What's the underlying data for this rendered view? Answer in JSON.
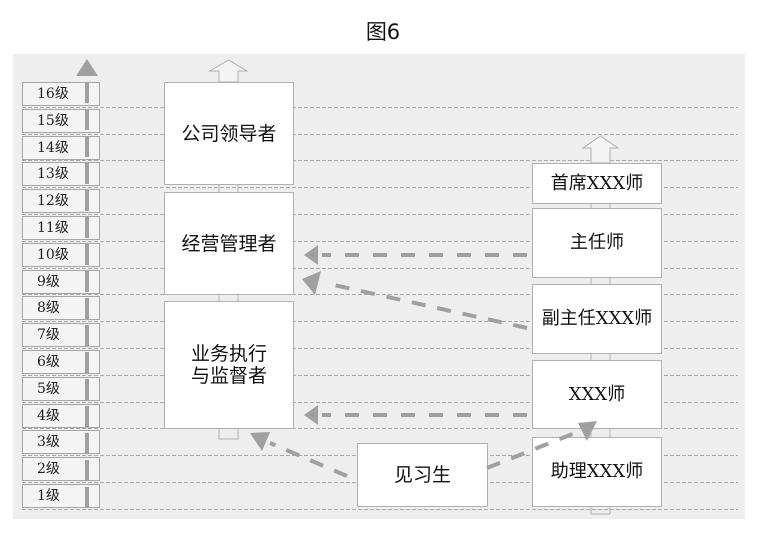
{
  "title": "图6",
  "colors": {
    "panel_bg": "#eeeeee",
    "box_border": "#b0b0b0",
    "arrow_gray": "#a0a0a0",
    "gridline": "#aaaaaa"
  },
  "levels": [
    "16级",
    "15级",
    "14级",
    "13级",
    "12级",
    "11级",
    "10级",
    "9级",
    "8级",
    "7级",
    "6级",
    "5级",
    "4级",
    "3级",
    "2级",
    "1级"
  ],
  "management_track": {
    "company_leader": "公司领导者",
    "operations_manager": "经营管理者",
    "execution_supervisor_line1": "业务执行",
    "execution_supervisor_line2": "与监督者"
  },
  "professional_track": {
    "chief": "首席XXX师",
    "director": "主任师",
    "deputy_director": "副主任XXX师",
    "standard": "XXX师",
    "assistant": "助理XXX师"
  },
  "trainee": "见习生",
  "icons": {
    "level_arrow": "arrow-up-dashed-icon",
    "track_up_arrow": "hollow-arrow-up-icon",
    "transfer_arrow": "dashed-arrow-icon"
  }
}
